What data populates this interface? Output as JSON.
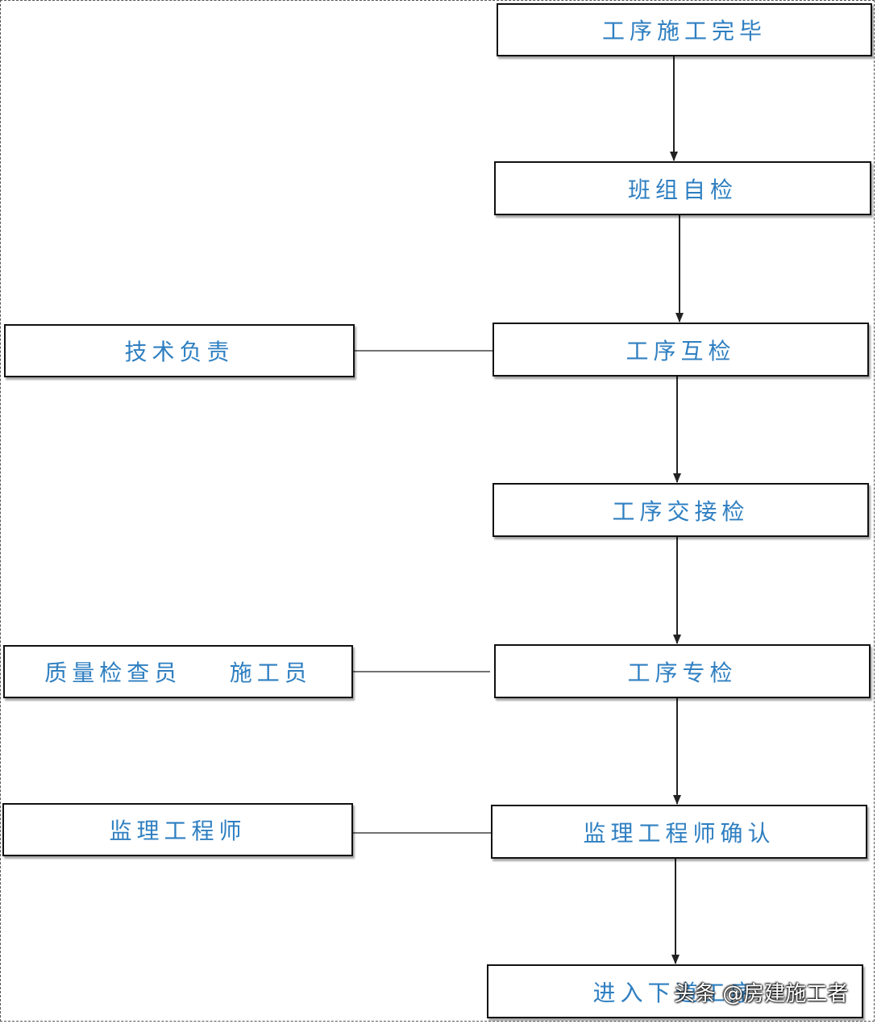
{
  "flow": {
    "main_steps": [
      "工序施工完毕",
      "班组自检",
      "工序互检",
      "工序交接检",
      "工序专检",
      "监理工程师确认",
      "进入下道工序"
    ],
    "side_roles": [
      "技术负责",
      "质量检查员    施工员",
      "监理工程师"
    ]
  },
  "colors": {
    "text": "#2f7fc1",
    "border": "#111111",
    "line": "#222222"
  },
  "watermark": {
    "text": "头条 @房建施工者"
  }
}
